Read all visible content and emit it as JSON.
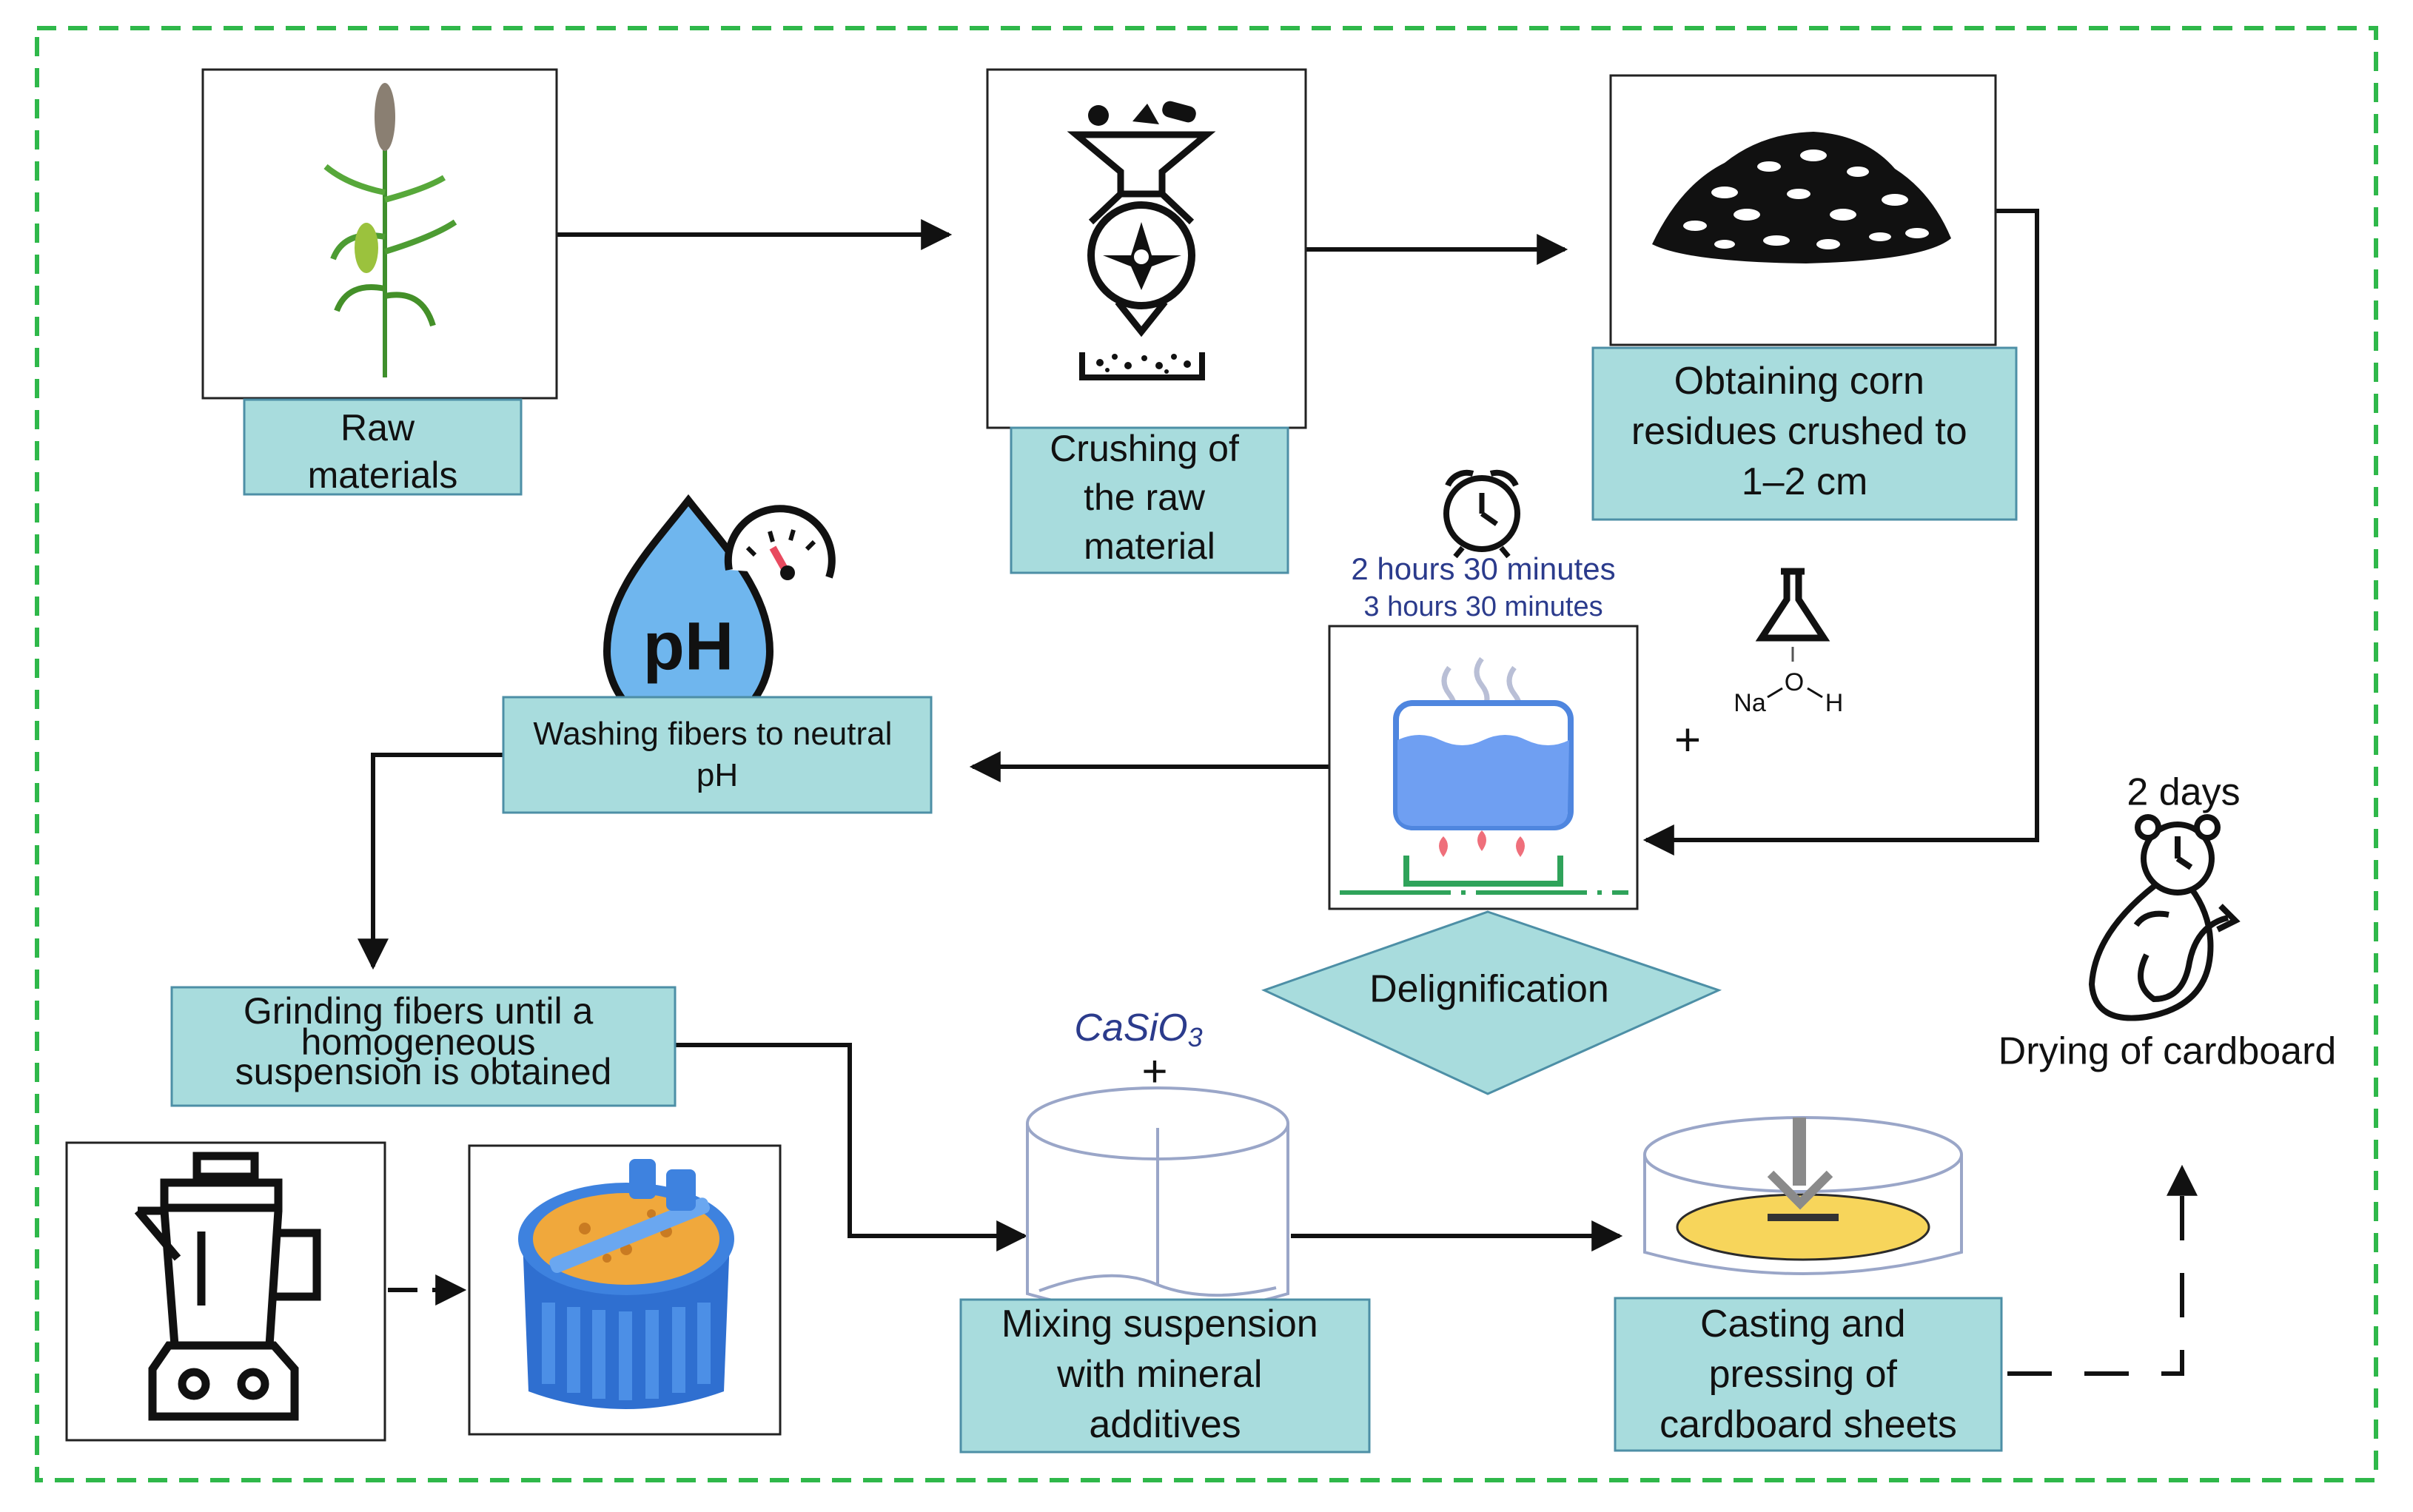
{
  "colors": {
    "frame": "#2fb84a",
    "label_fill": "#a8dcdd",
    "label_stroke": "#4d8fa6",
    "arrow": "#111111",
    "water": "#6f9ff2",
    "pot": "#4f86df",
    "fiber": "#f0a83c",
    "sheet": "#f7d55b"
  },
  "steps": {
    "raw_materials": [
      "Raw",
      "materials"
    ],
    "crushing": [
      "Crushing of",
      "the raw",
      "material"
    ],
    "obtaining": [
      "Obtaining corn",
      "residues crushed to",
      "1–2 cm"
    ],
    "washing": [
      "Washing fibers to neutral",
      "pH"
    ],
    "grinding": [
      "Grinding fibers until a",
      "homogeneous",
      "suspension is obtained"
    ],
    "mixing": [
      "Mixing suspension",
      "with mineral",
      "additives"
    ],
    "casting": [
      "Casting and",
      "pressing of",
      "cardboard sheets"
    ],
    "delignification": "Delignification",
    "drying": "Drying of cardboard"
  },
  "annotations": {
    "time_1": "2 hours 30 minutes",
    "time_2": "3 hours 30 minutes",
    "drying_time": "2 days",
    "ph_text": "pH",
    "plus": "+",
    "naoh_na": "Na",
    "naoh_o": "O",
    "naoh_h": "H",
    "casio3_main": "CaSiO",
    "casio3_sub": "3"
  },
  "icons": [
    "plant-icon",
    "crusher-icon",
    "residue-pile-icon",
    "ph-drop-icon",
    "gauge-icon",
    "alarm-clock-icon",
    "flask-icon",
    "boiling-pot-icon",
    "blender-icon",
    "fiber-vat-icon",
    "mixing-tank-icon",
    "press-tank-icon",
    "drying-clock-icon"
  ]
}
